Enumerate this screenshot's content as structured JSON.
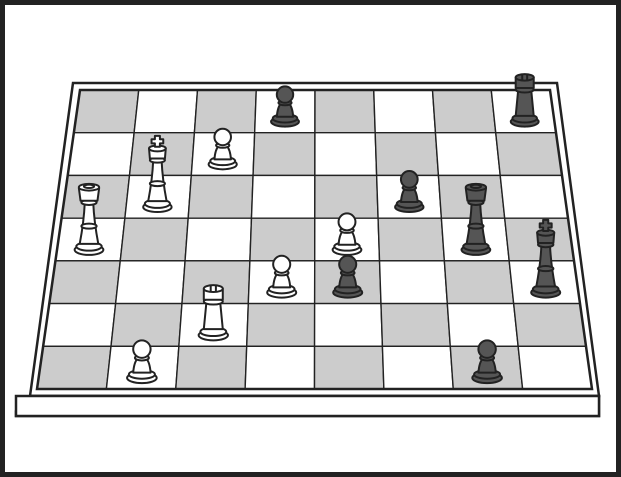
{
  "board": {
    "files": 8,
    "ranks": 7,
    "colors": {
      "light_square": "#ffffff",
      "dark_square": "#cccccc",
      "white_piece": "#ffffff",
      "black_piece": "#555555",
      "outline": "#222222"
    }
  },
  "pieces": [
    {
      "id": "black-pawn-1",
      "kind": "pawn",
      "color": "black",
      "file": 3,
      "rank": 0
    },
    {
      "id": "black-rook-1",
      "kind": "rook",
      "color": "black",
      "file": 7,
      "rank": 0
    },
    {
      "id": "white-pawn-1",
      "kind": "pawn",
      "color": "white",
      "file": 2,
      "rank": 1
    },
    {
      "id": "white-king",
      "kind": "king",
      "color": "white",
      "file": 1,
      "rank": 2
    },
    {
      "id": "black-pawn-2",
      "kind": "pawn",
      "color": "black",
      "file": 5,
      "rank": 2
    },
    {
      "id": "white-queen",
      "kind": "queen",
      "color": "white",
      "file": 0,
      "rank": 3
    },
    {
      "id": "white-pawn-2",
      "kind": "pawn",
      "color": "white",
      "file": 4,
      "rank": 3
    },
    {
      "id": "black-queen",
      "kind": "queen",
      "color": "black",
      "file": 6,
      "rank": 3
    },
    {
      "id": "black-king",
      "kind": "king",
      "color": "black",
      "file": 7,
      "rank": 4
    },
    {
      "id": "white-pawn-3",
      "kind": "pawn",
      "color": "white",
      "file": 3,
      "rank": 4
    },
    {
      "id": "black-pawn-3",
      "kind": "pawn",
      "color": "black",
      "file": 4,
      "rank": 4
    },
    {
      "id": "white-rook",
      "kind": "rook",
      "color": "white",
      "file": 2,
      "rank": 5
    },
    {
      "id": "white-pawn-4",
      "kind": "pawn",
      "color": "white",
      "file": 1,
      "rank": 6
    },
    {
      "id": "black-pawn-4",
      "kind": "pawn",
      "color": "black",
      "file": 6,
      "rank": 6
    }
  ]
}
